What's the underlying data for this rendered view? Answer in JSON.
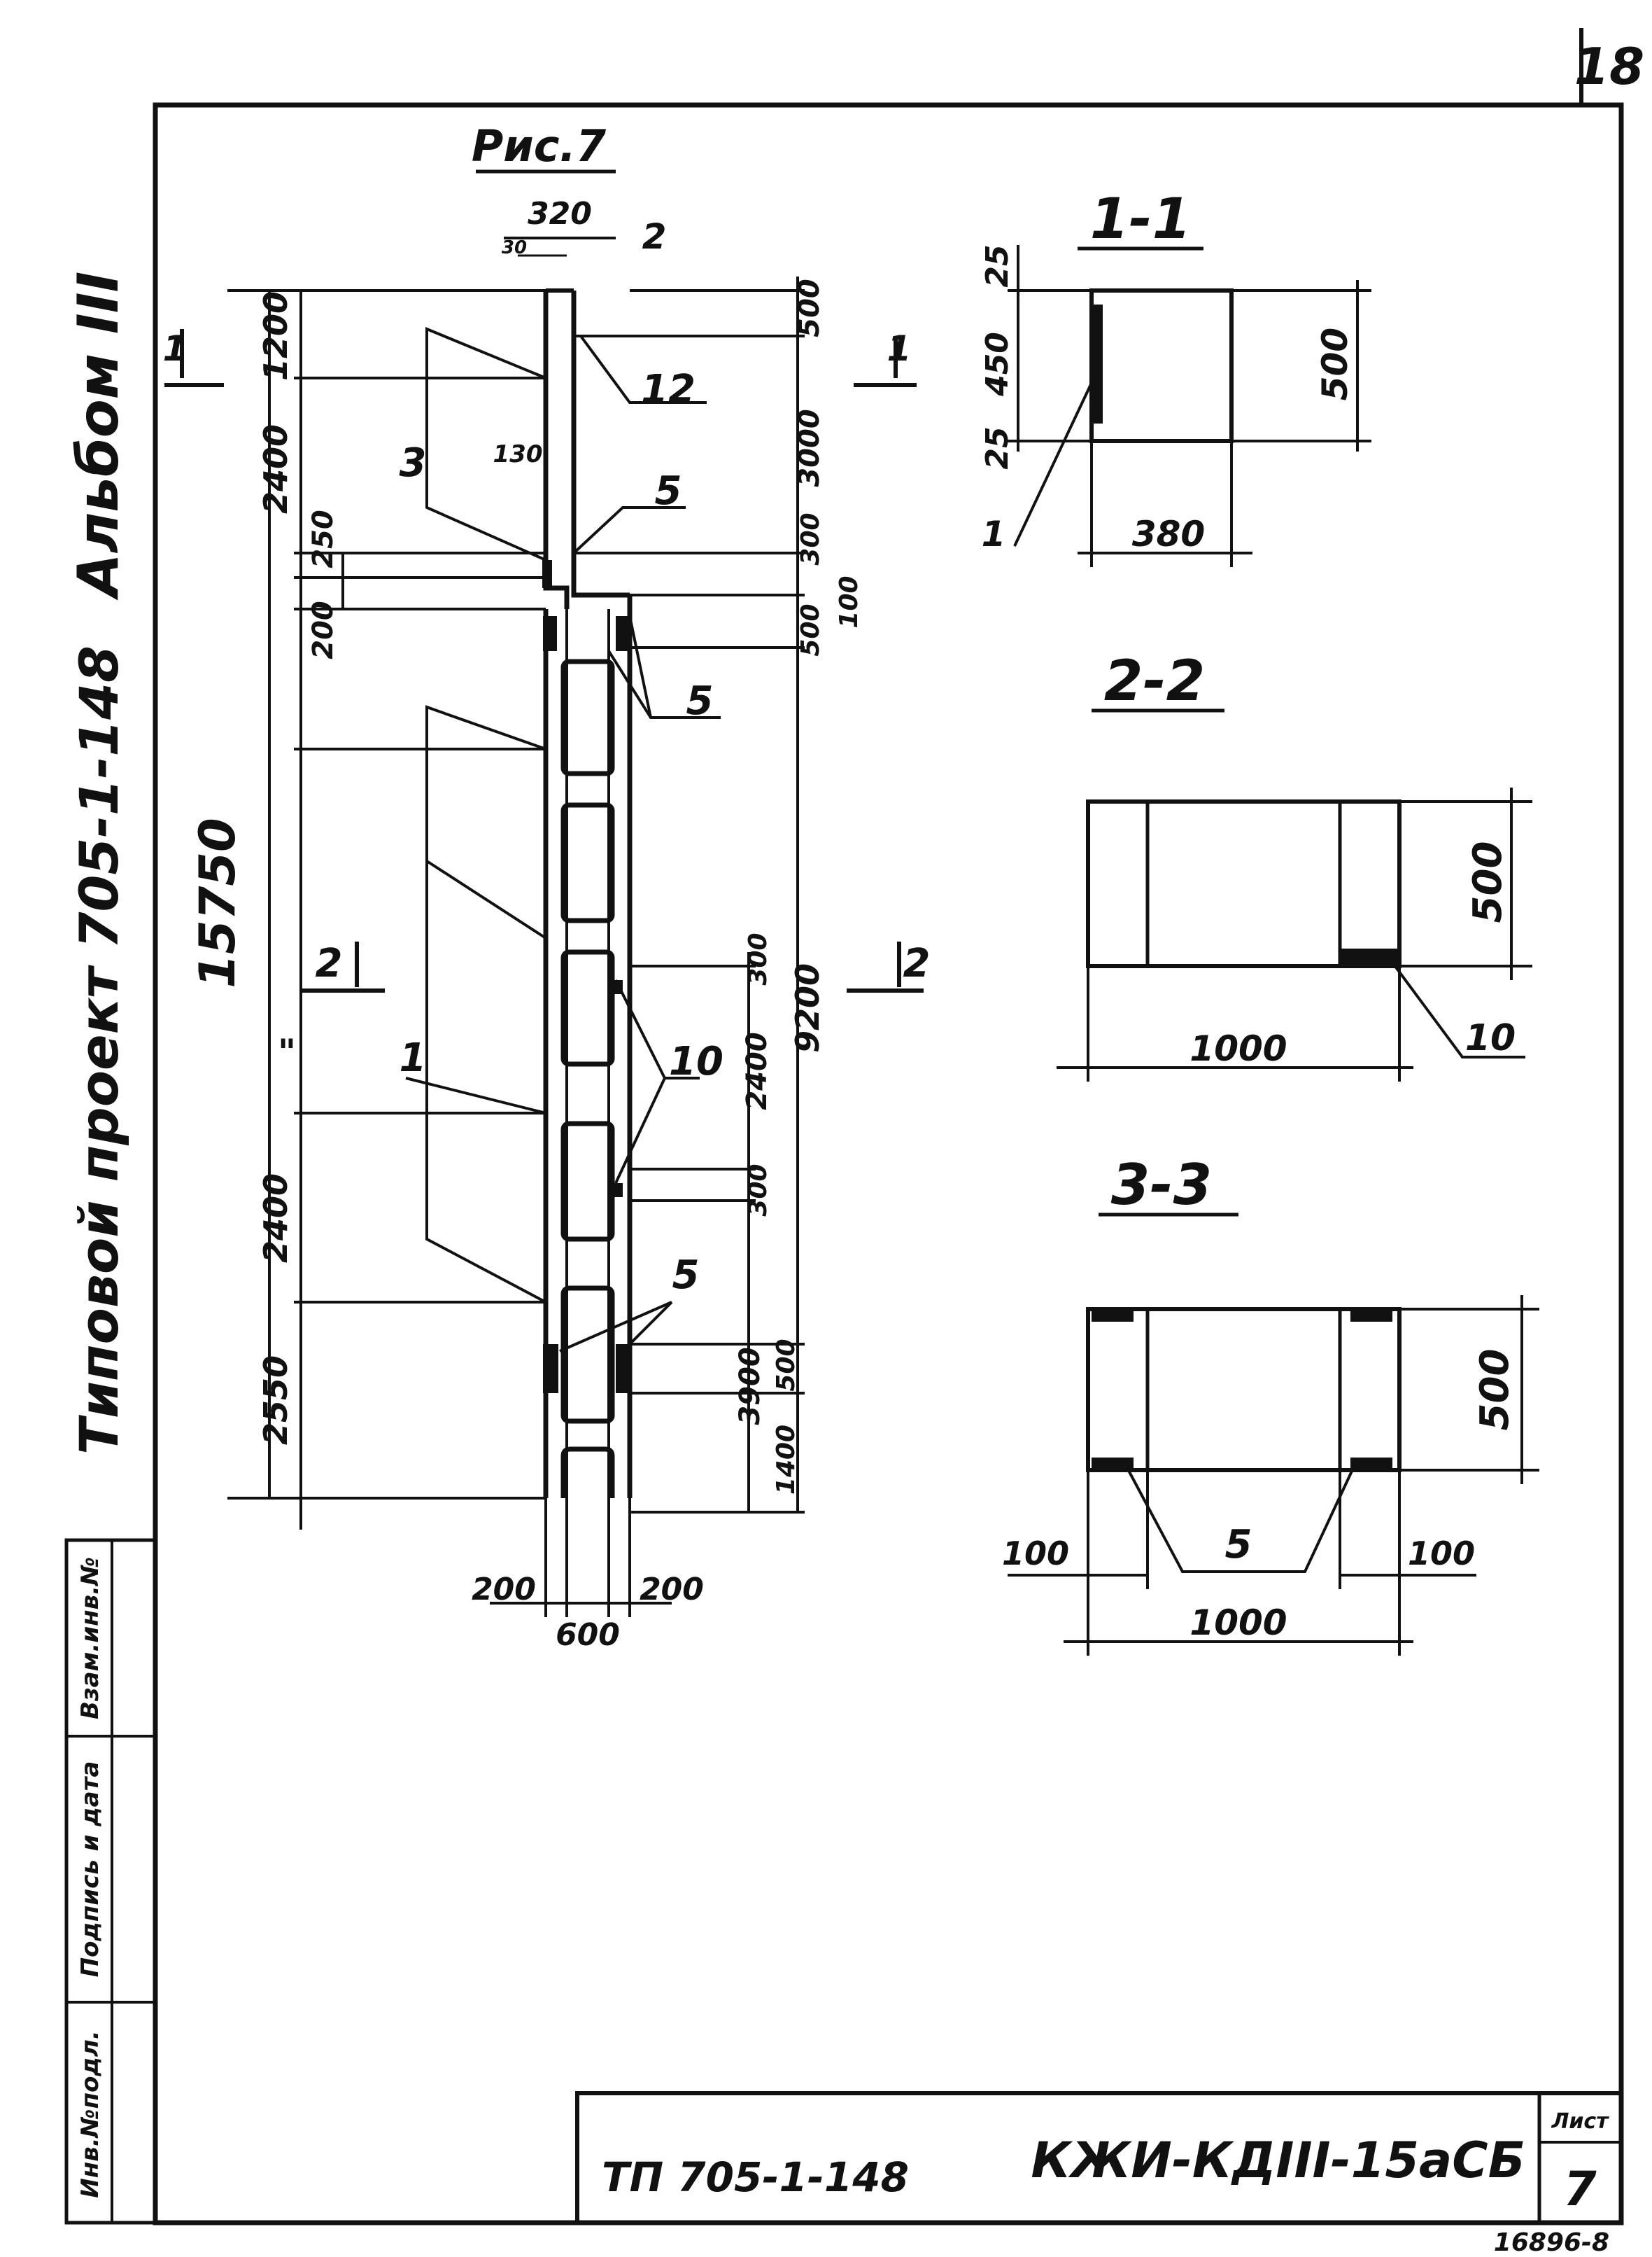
{
  "sheet": {
    "page_number": "18",
    "album": "Альбом III",
    "project": "Типовой проект  705-1-148",
    "figure": "Рис.7",
    "archive_number": "16896-8"
  },
  "stamp_fields": [
    "Инв.№подл.",
    "Подпись и дата",
    "Взам.инв.№"
  ],
  "title_block": {
    "project_code": "ТП 705-1-148",
    "drawing_code": "КЖИ-КДIII-15аСБ",
    "sheet_label": "Лист",
    "sheet_number": "7"
  },
  "elevation": {
    "total_height": "15750",
    "left_dims": [
      "1200",
      "2400",
      "250",
      "200",
      "2400",
      "2550"
    ],
    "right_dims": [
      "500",
      "3000",
      "300",
      "100",
      "500",
      "9200",
      "300",
      "2400",
      "300",
      "500",
      "3900",
      "1400"
    ],
    "top_dims": [
      "320",
      "30"
    ],
    "small_dim": "130",
    "bottom_dims": [
      "200",
      "600",
      "200"
    ],
    "callouts": [
      "2",
      "12",
      "3",
      "5",
      "5",
      "1",
      "10",
      "5"
    ],
    "quote_mark": "\"",
    "section_marks": [
      "1",
      "1",
      "2",
      "2"
    ]
  },
  "section_1_1": {
    "title": "1-1",
    "dims": [
      "25",
      "450",
      "25",
      "500",
      "380"
    ],
    "callout": "1"
  },
  "section_2_2": {
    "title": "2-2",
    "dims": [
      "500",
      "1000"
    ],
    "callout": "10"
  },
  "section_3_3": {
    "title": "3-3",
    "dims": [
      "500",
      "100",
      "1000",
      "100"
    ],
    "callout": "5"
  }
}
